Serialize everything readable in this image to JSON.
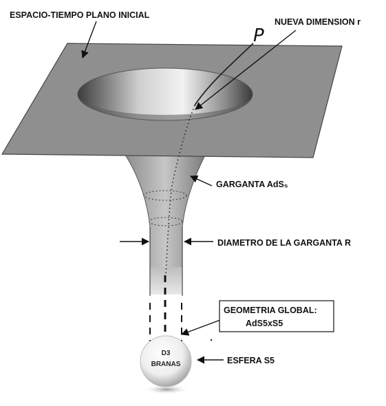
{
  "labels": {
    "flat_spacetime": "ESPACIO-TIEMPO PLANO INICIAL",
    "new_dimension": "NUEVA DIMENSION r",
    "point": "P",
    "throat": "GARGANTA AdS₅",
    "throat_diameter": "DIAMETRO DE LA GARGANTA R",
    "global_geometry_title": "GEOMETRIA GLOBAL:",
    "global_geometry_value": "AdS5xS5",
    "sphere": "ESFERA S5",
    "branes_line1": "D3",
    "branes_line2": "BRANAS"
  }
}
